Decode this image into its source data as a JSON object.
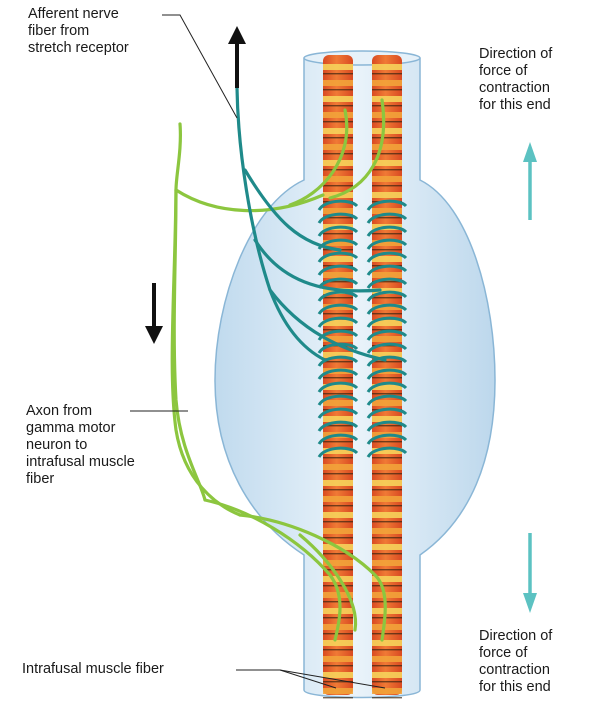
{
  "labels": {
    "afferent": "Afferent nerve\nfiber from\nstretch receptor",
    "axon": "Axon from\ngamma motor\nneuron to\nintrafusal muscle\nfiber",
    "intrafusal": "Intrafusal muscle fiber",
    "direction_top": "Direction of\nforce of\ncontraction\nfor this end",
    "direction_bottom": "Direction of\nforce of\ncontraction\nfor this end"
  },
  "colors": {
    "capsule": "#cfe3f2",
    "capsule_edge": "#8ab6d6",
    "fiber_red": "#e4572e",
    "fiber_orange": "#f2a33a",
    "fiber_yellow": "#f6d35b",
    "afferent_nerve": "#1f8a8a",
    "gamma_axon": "#8cc63f",
    "direction_arrow": "#5cc2c2",
    "black_arrow": "#111111"
  },
  "icons": {
    "up_arrow": "arrow-up-icon",
    "down_arrow": "arrow-down-icon"
  }
}
